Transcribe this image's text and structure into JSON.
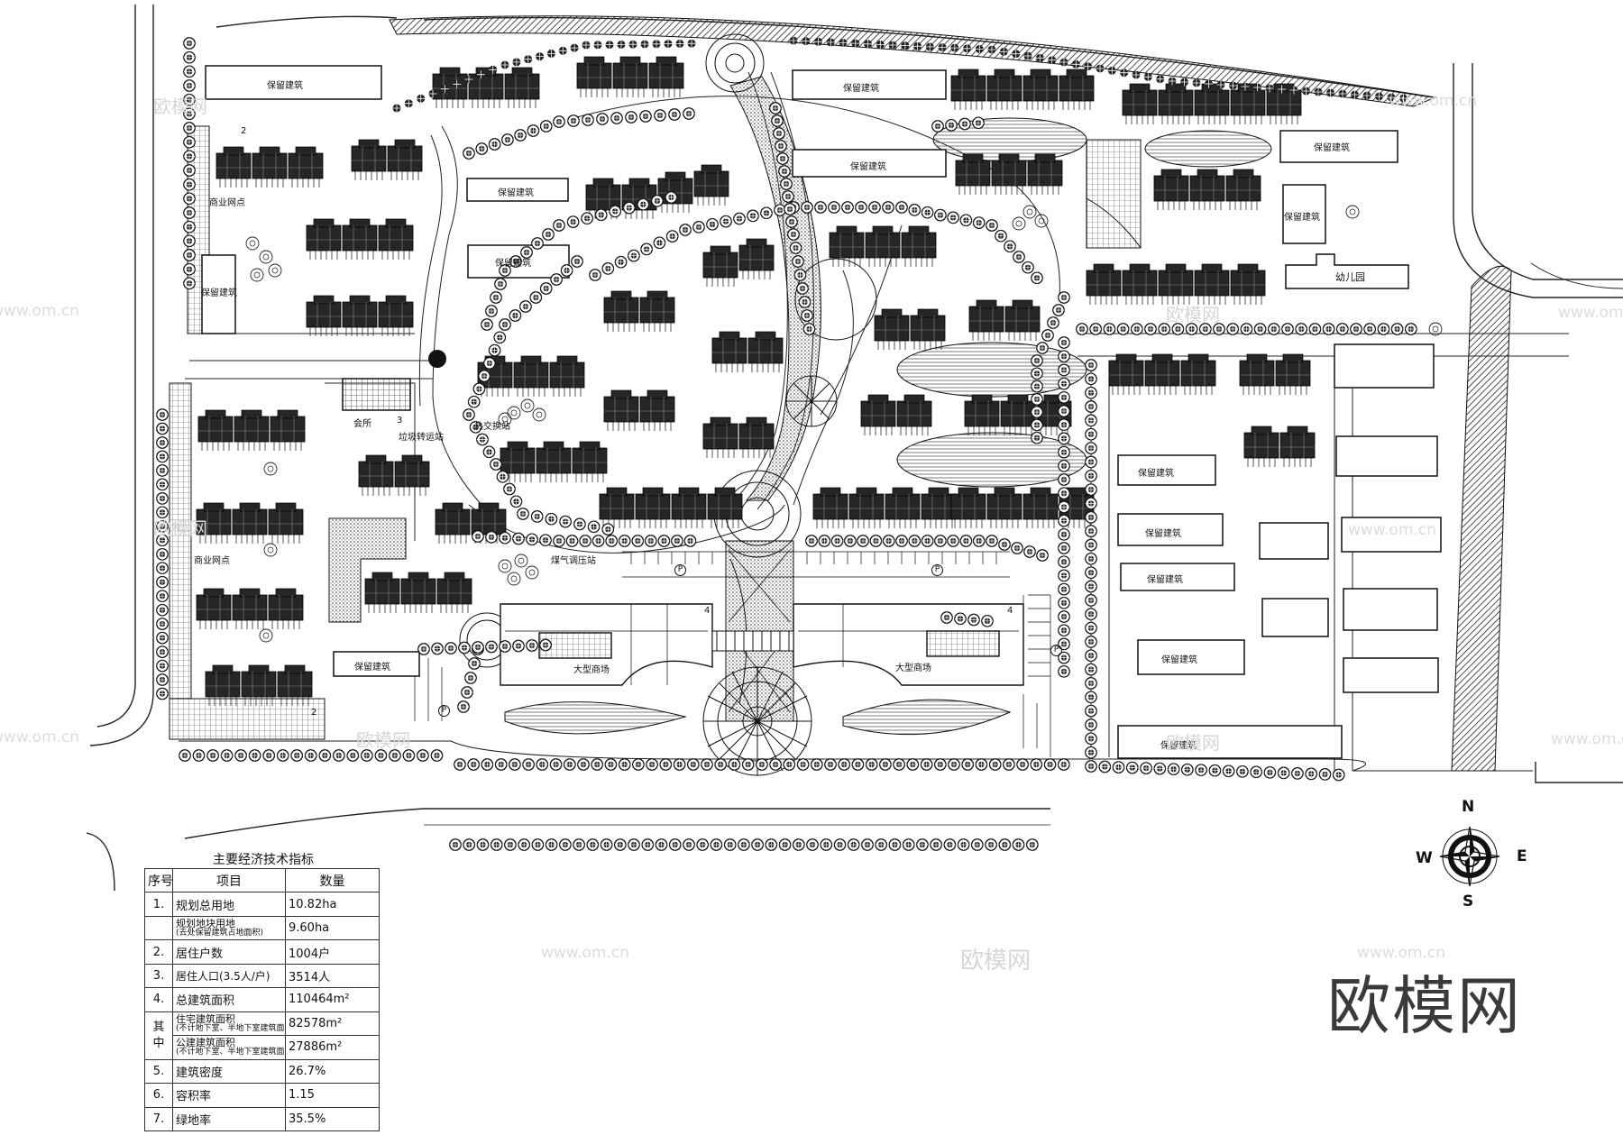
{
  "labels": {
    "reserved": "保留建筑",
    "shop_strip": "商业网点",
    "clubhouse": "会所",
    "heat_station": "热交换站",
    "garbage_station": "垃圾转运站",
    "gas_station": "煤气调压站",
    "mall": "大型商场",
    "kindergarten": "幼儿园",
    "parking": "P",
    "num_2": "2",
    "num_3": "3",
    "num_4": "4"
  },
  "compass": {
    "n": "N",
    "s": "S",
    "e": "E",
    "w": "W"
  },
  "brand": {
    "name": "欧模网",
    "url": "www.om.cn",
    "watermark": "欧模网"
  },
  "table": {
    "title": "主要经济技术指标",
    "headers": {
      "no": "序号",
      "item": "项目",
      "qty": "数量"
    },
    "rows": [
      {
        "no": "1.",
        "item": "规划总用地",
        "value": "10.82ha"
      },
      {
        "no": "",
        "item": "规划地块用地",
        "sub": "(去处保留建筑占地面积)",
        "value": "9.60ha"
      },
      {
        "no": "2.",
        "item": "居住户数",
        "value": "1004户"
      },
      {
        "no": "3.",
        "item": "居住人口(3.5人/户)",
        "value": "3514人"
      },
      {
        "no": "4.",
        "item": "总建筑面积",
        "value": "110464m²"
      },
      {
        "no": "其中",
        "item": "住宅建筑面积",
        "sub": "(不计地下室、半地下室建筑面积)",
        "value": "82578m²"
      },
      {
        "no": "",
        "item": "公建建筑面积",
        "sub": "(不计地下室、半地下室建筑面积)",
        "value": "27886m²"
      },
      {
        "no": "5.",
        "item": "建筑密度",
        "value": "26.7%"
      },
      {
        "no": "6.",
        "item": "容积率",
        "value": "1.15"
      },
      {
        "no": "7.",
        "item": "绿地率",
        "value": "35.5%"
      }
    ]
  }
}
